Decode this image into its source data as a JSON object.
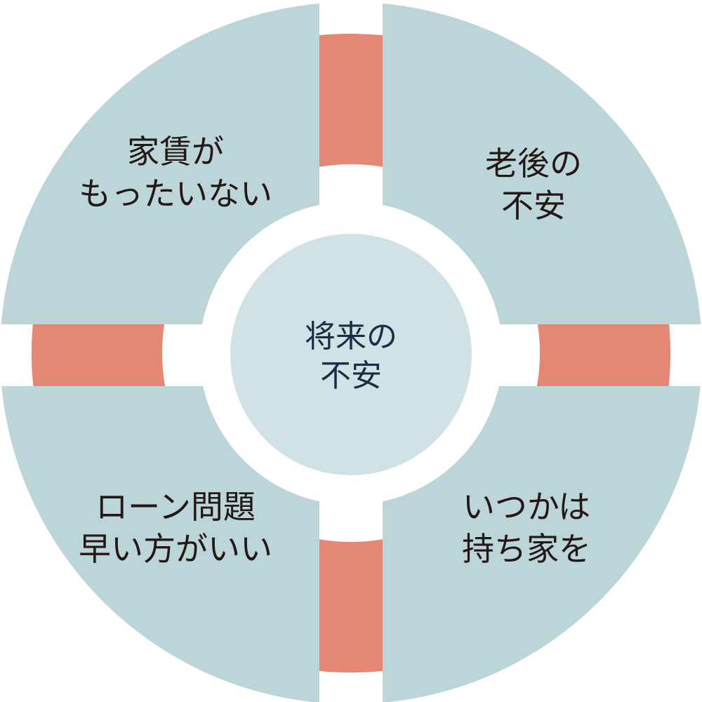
{
  "colors": {
    "quadrant": "#bcd5d9",
    "ring": "#e48875",
    "center": "#d0e2e5",
    "background": "#ffffff"
  },
  "center": {
    "line1": "将来の",
    "line2": "不安"
  },
  "quadrants": {
    "top_left": {
      "line1": "家賃が",
      "line2": "もったいない"
    },
    "top_right": {
      "line1": "老後の",
      "line2": "不安"
    },
    "bottom_left": {
      "line1": "ローン問題",
      "line2": "早い方がいい"
    },
    "bottom_right": {
      "line1": "いつかは",
      "line2": "持ち家を"
    }
  }
}
